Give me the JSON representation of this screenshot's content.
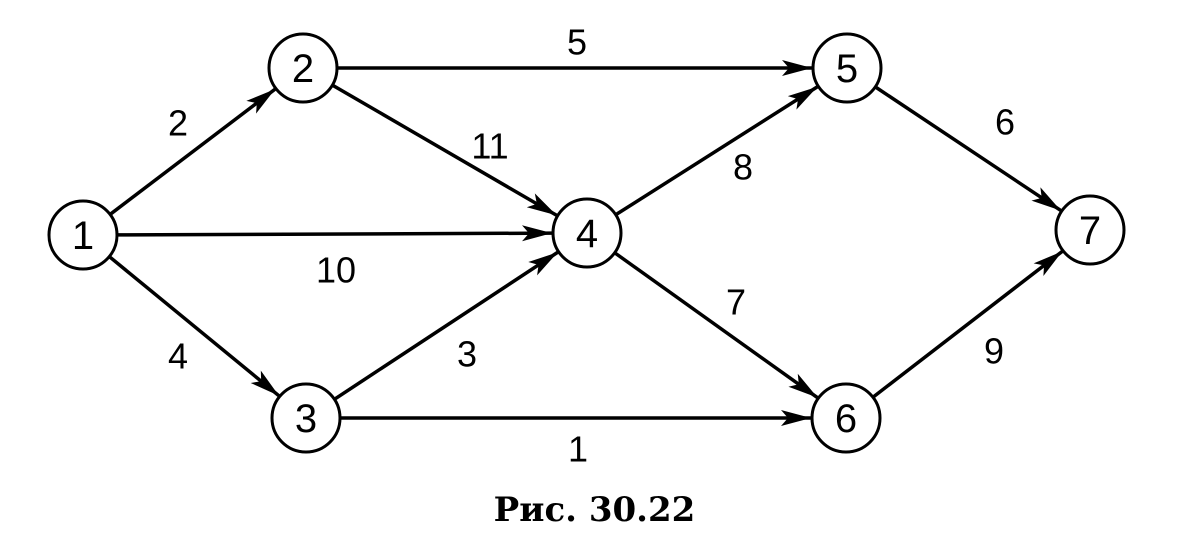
{
  "graph": {
    "nodes": [
      {
        "id": "1",
        "label": "1"
      },
      {
        "id": "2",
        "label": "2"
      },
      {
        "id": "3",
        "label": "3"
      },
      {
        "id": "4",
        "label": "4"
      },
      {
        "id": "5",
        "label": "5"
      },
      {
        "id": "6",
        "label": "6"
      },
      {
        "id": "7",
        "label": "7"
      }
    ],
    "edges": [
      {
        "from": "1",
        "to": "2",
        "weight": "2"
      },
      {
        "from": "1",
        "to": "4",
        "weight": "10"
      },
      {
        "from": "1",
        "to": "3",
        "weight": "4"
      },
      {
        "from": "2",
        "to": "5",
        "weight": "5"
      },
      {
        "from": "2",
        "to": "4",
        "weight": "11"
      },
      {
        "from": "3",
        "to": "4",
        "weight": "3"
      },
      {
        "from": "3",
        "to": "6",
        "weight": "1"
      },
      {
        "from": "4",
        "to": "5",
        "weight": "8"
      },
      {
        "from": "4",
        "to": "6",
        "weight": "7"
      },
      {
        "from": "5",
        "to": "7",
        "weight": "6"
      },
      {
        "from": "6",
        "to": "7",
        "weight": "9"
      }
    ]
  },
  "caption": "Рис. 30.22"
}
